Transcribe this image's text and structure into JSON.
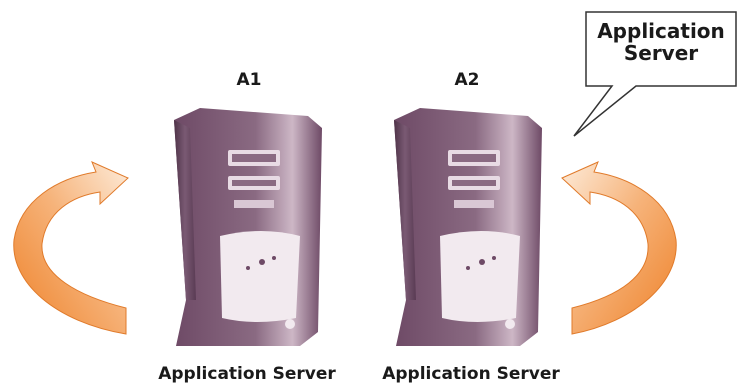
{
  "servers": [
    {
      "id": "A1",
      "caption": "Application Server"
    },
    {
      "id": "A2",
      "caption": "Application Server"
    }
  ],
  "callout": {
    "line1": "Application",
    "line2": "Server"
  },
  "colors": {
    "tower": "#6e4a66",
    "tower_light": "#b89bb0",
    "arrow_dark": "#ee8128",
    "arrow_light": "#fbe3c9",
    "text": "#1a1a1a"
  }
}
